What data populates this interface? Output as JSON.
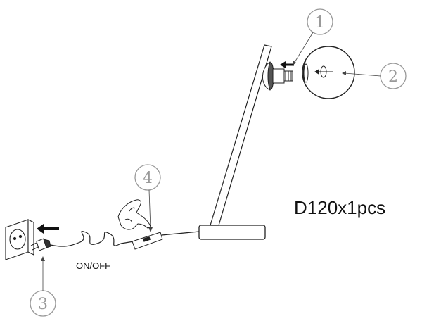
{
  "callouts": {
    "one": "1",
    "two": "2",
    "three": "3",
    "four": "4"
  },
  "labels": {
    "switch": "ON/OFF",
    "product": "D120x1pcs"
  },
  "colors": {
    "line": "#222222",
    "callout": "#999999"
  }
}
